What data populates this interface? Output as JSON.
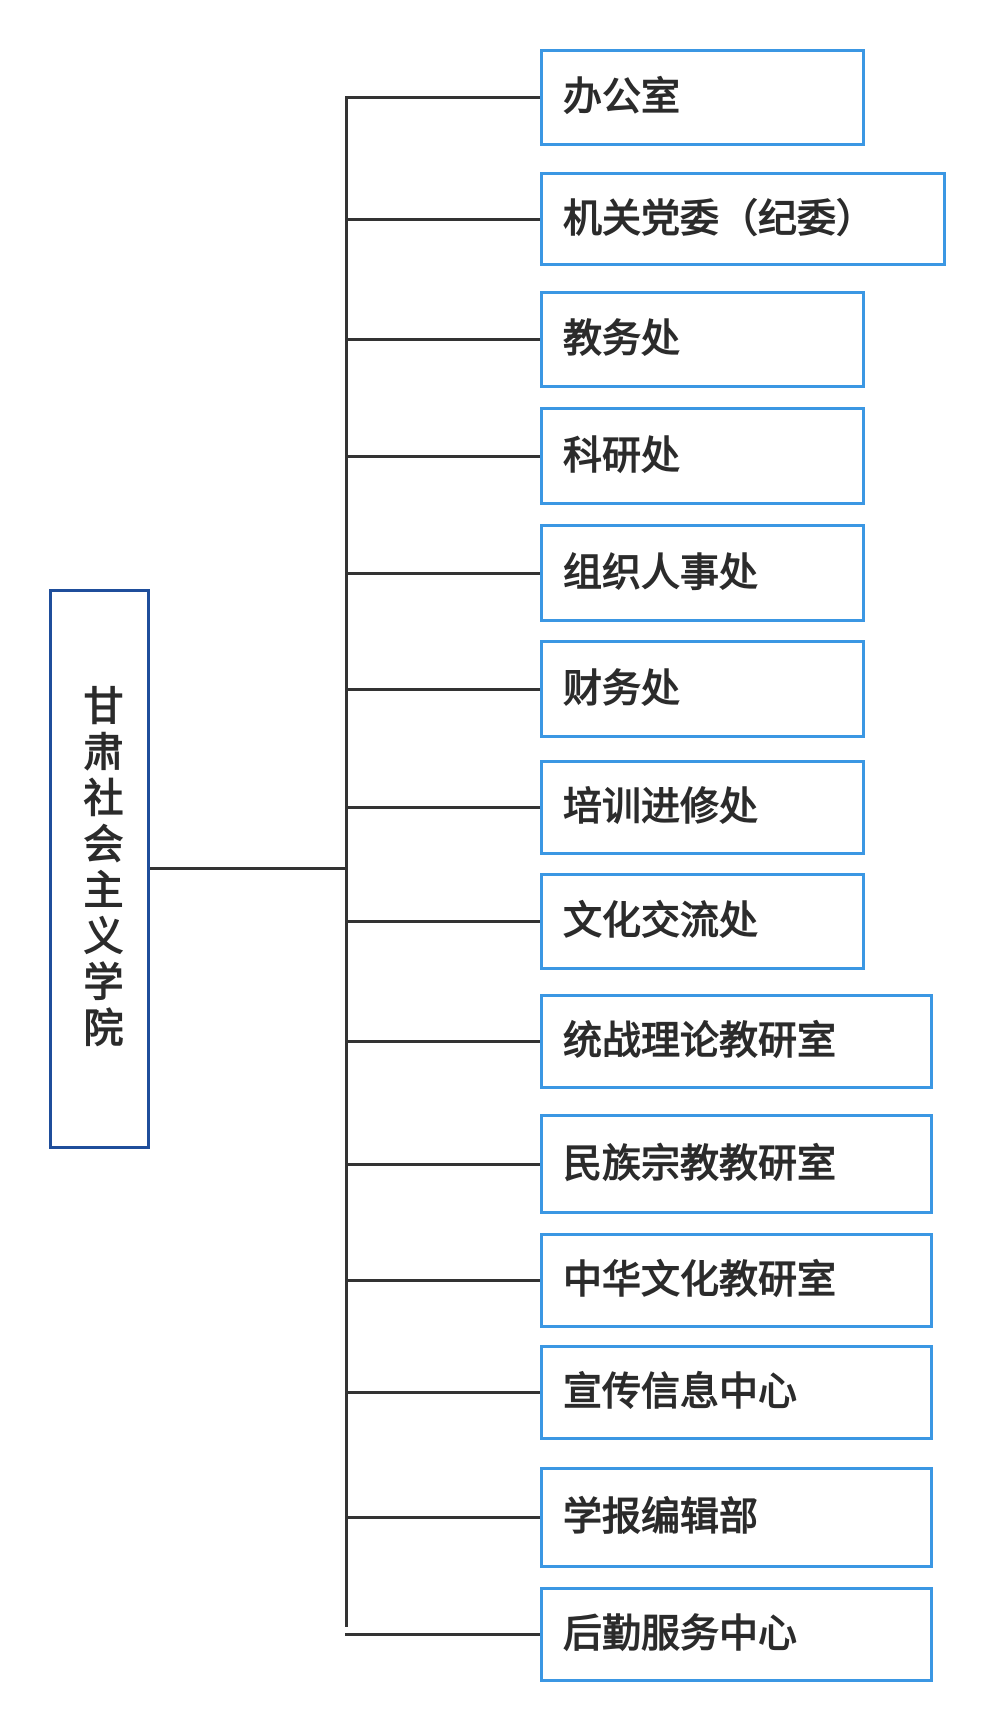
{
  "org_chart": {
    "root": {
      "label": "甘肃社会主义学院"
    },
    "departments": [
      {
        "label": "办公室"
      },
      {
        "label": "机关党委（纪委）"
      },
      {
        "label": "教务处"
      },
      {
        "label": "科研处"
      },
      {
        "label": "组织人事处"
      },
      {
        "label": "财务处"
      },
      {
        "label": "培训进修处"
      },
      {
        "label": "文化交流处"
      },
      {
        "label": "统战理论教研室"
      },
      {
        "label": "民族宗教教研室"
      },
      {
        "label": "中华文化教研室"
      },
      {
        "label": "宣传信息中心"
      },
      {
        "label": "学报编辑部"
      },
      {
        "label": "后勤服务中心"
      }
    ]
  },
  "colors": {
    "root_border": "#1f4e9b",
    "dept_border": "#3b97e3",
    "connector": "#333333",
    "text": "#2b2b2b"
  }
}
